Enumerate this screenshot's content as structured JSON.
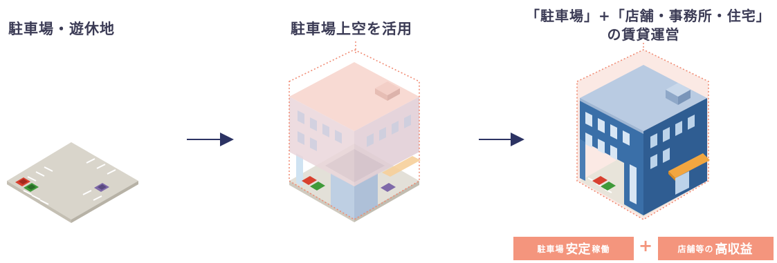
{
  "titles": {
    "step1": "駐車場・遊休地",
    "step2": "駐車場上空を活用",
    "step3_line1": "「駐車場」+「店舗・事務所・住宅」",
    "step3_line2": "の賃貸運営"
  },
  "badges": {
    "left": {
      "prefix": "駐車場",
      "emphasis": "安定",
      "suffix": "稼働"
    },
    "plus": "+",
    "right": {
      "prefix": "店舗等の",
      "emphasis": "高収益"
    }
  },
  "colors": {
    "accent": "#f4957d",
    "arrow": "#2c3363",
    "title": "#3b3b55",
    "ground": "#d9d5cb",
    "building_blue": "#3a6fa8",
    "building_top": "#b9cbe2",
    "awning": "#f2a640",
    "ghost": "#f7d2cb",
    "outline": "#f08a72"
  },
  "icons": {
    "arrow1": "arrow-right-icon",
    "arrow2": "arrow-right-icon"
  }
}
